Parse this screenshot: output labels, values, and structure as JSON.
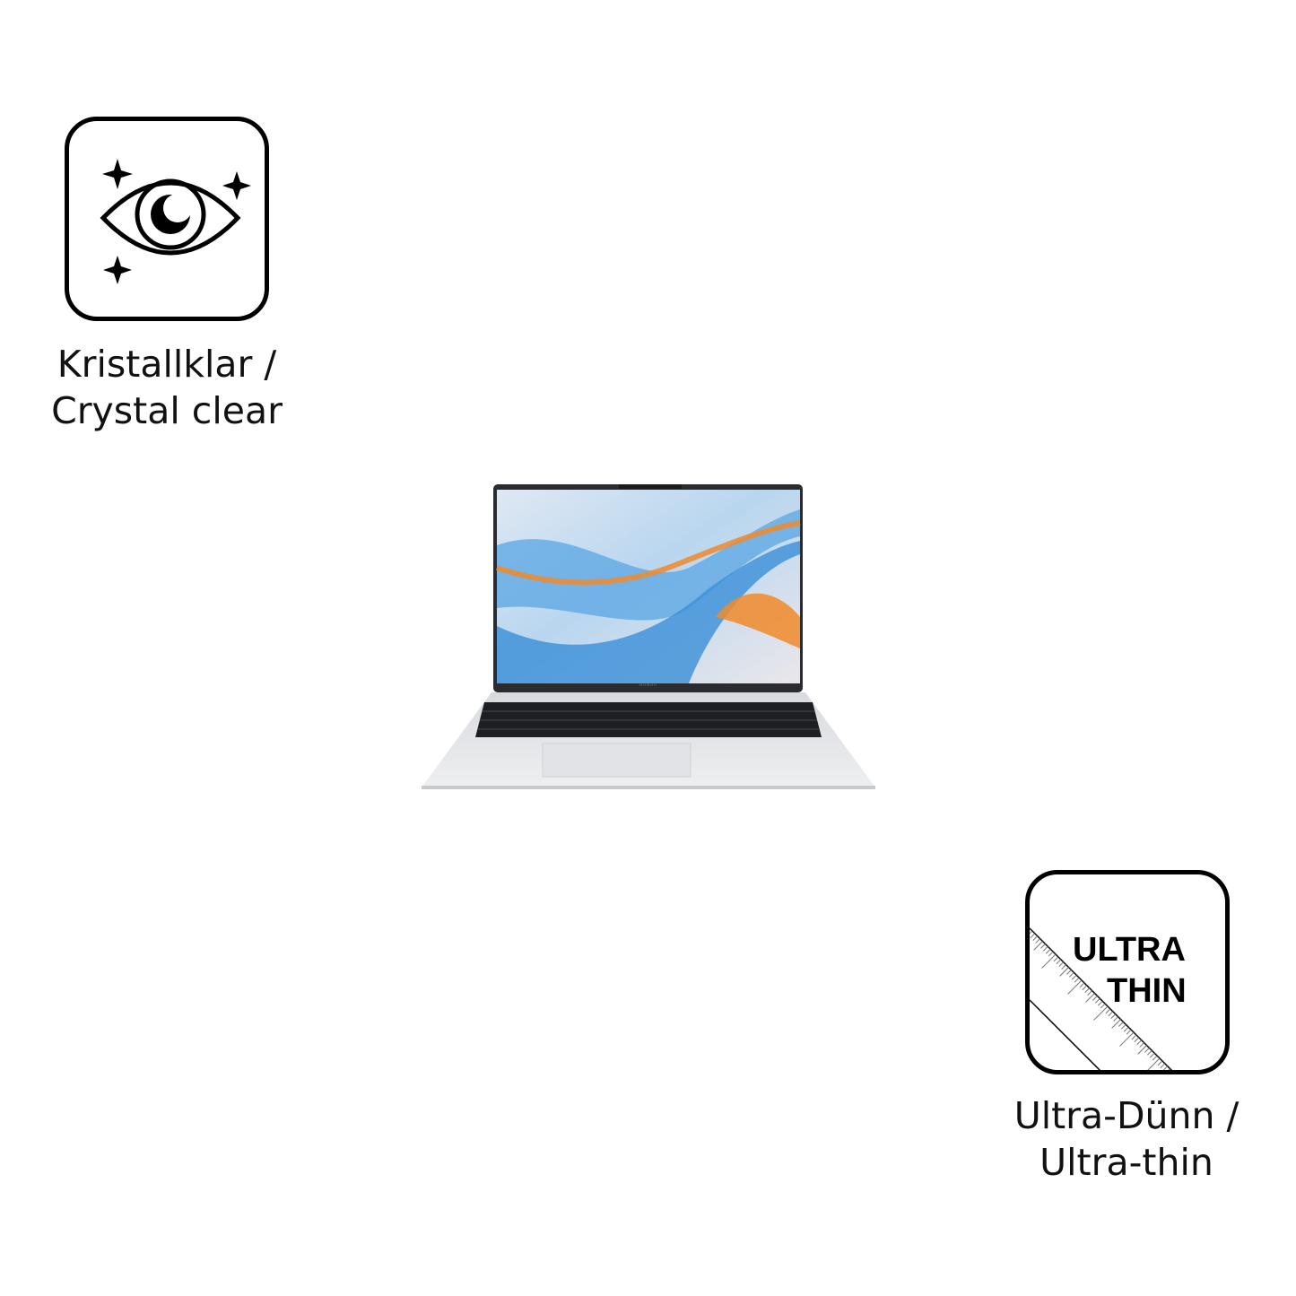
{
  "features": [
    {
      "icon": "sparkling-eye-icon",
      "caption_line1": "Kristallklar /",
      "caption_line2": "Crystal clear"
    },
    {
      "icon": "ruler-ultra-thin-icon",
      "icon_text_line1": "ULTRA",
      "icon_text_line2": "THIN",
      "caption_line1": "Ultra-Dünn /",
      "caption_line2": "Ultra-thin"
    }
  ],
  "product": {
    "image": "laptop-front-view",
    "brand_logo": "HONOR"
  },
  "colors": {
    "icon_stroke": "#000000",
    "wallpaper_blue": "#3a8fd8",
    "wallpaper_orange": "#f08a2a",
    "chassis_silver": "#e6e7ea"
  }
}
